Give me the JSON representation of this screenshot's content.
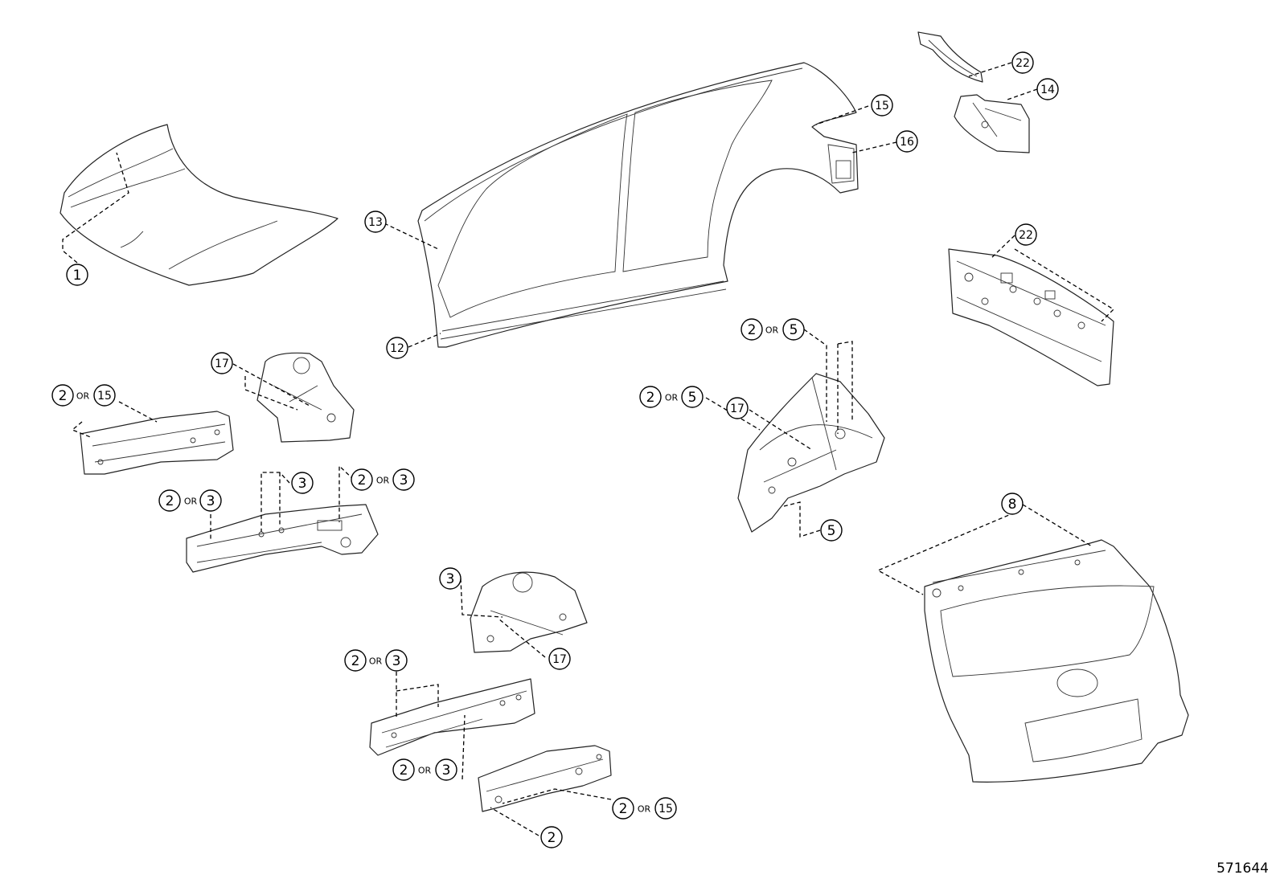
{
  "diagram_id": "571644",
  "or_word": "OR",
  "labels": {
    "hood": "1",
    "side_outer_front": "13",
    "rocker": "12",
    "quarter_15": "15",
    "quarter_16": "16",
    "top_bracket": "22",
    "upper_bracket": "14",
    "back_panel": "22",
    "apron_upper": "17",
    "front_rail_upper": [
      "2",
      "15"
    ],
    "rail_3_single": "3",
    "rail_3_right": [
      "2",
      "3"
    ],
    "rail_3_left": [
      "2",
      "3"
    ],
    "rear_floor_top": [
      "2",
      "5"
    ],
    "rear_floor_left": [
      "2",
      "5"
    ],
    "rear_floor_17": "17",
    "rear_floor_5": "5",
    "back_door": "8",
    "apron_lower_3": "3",
    "apron_lower_17": "17",
    "lower_rail_top": [
      "2",
      "3"
    ],
    "lower_rail_bottom": [
      "2",
      "3"
    ],
    "lower_member_15": [
      "2",
      "15"
    ],
    "lower_member_2": "2"
  }
}
